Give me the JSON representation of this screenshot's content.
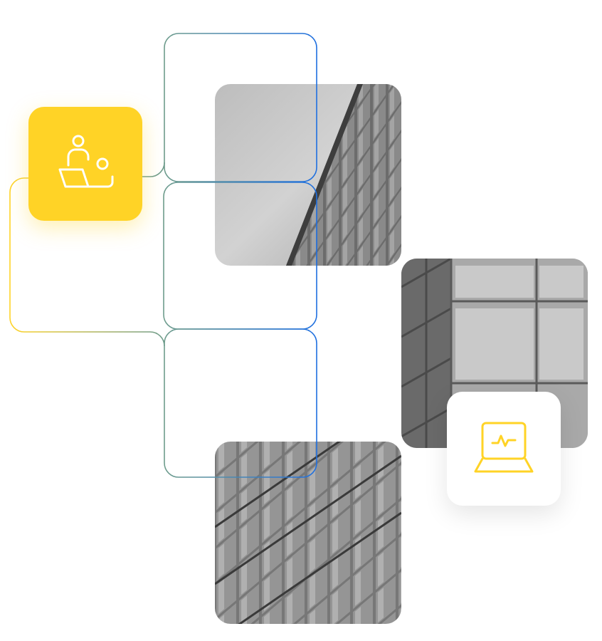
{
  "illustration": {
    "shapes": [
      {
        "name": "building-photo-top"
      },
      {
        "name": "building-photo-middle"
      },
      {
        "name": "building-photo-bottom"
      }
    ],
    "icons": {
      "remote_work": "user-at-laptop-icon",
      "monitoring": "laptop-pulse-icon"
    },
    "colors": {
      "accent_yellow": "#FFD326",
      "line_blue": "#1E6FE0",
      "line_teal": "#6E9C8C",
      "tile_white": "#FFFFFF"
    }
  }
}
